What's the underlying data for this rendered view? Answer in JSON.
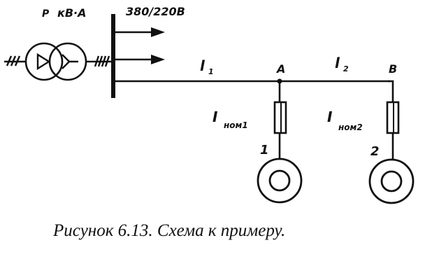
{
  "labels": {
    "power_unit": "P",
    "kva_unit": "кВ·А",
    "voltage": "380/220В",
    "line1": "l",
    "line1_sub": "1",
    "line2": "l",
    "line2_sub": "2",
    "node_a": "A",
    "node_b": "B",
    "fuse1_main": "I",
    "fuse1_sub": "ном1",
    "fuse2_main": "I",
    "fuse2_sub": "ном2",
    "motor1_num": "1",
    "motor2_num": "2"
  },
  "caption": "Рисунок 6.13. Схема к примеру.",
  "colors": {
    "ink": "#111111",
    "background": "#ffffff"
  }
}
